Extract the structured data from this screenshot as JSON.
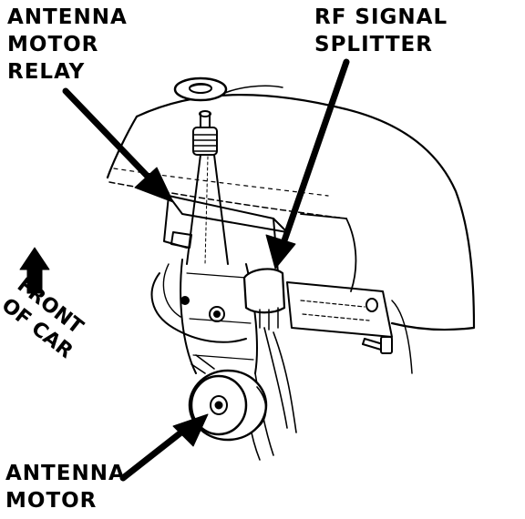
{
  "labels": {
    "antenna_motor_relay": [
      "ANTENNA",
      "MOTOR",
      "RELAY"
    ],
    "rf_signal_splitter": [
      "RF SIGNAL",
      "SPLITTER"
    ],
    "antenna_motor": [
      "ANTENNA",
      "MOTOR"
    ],
    "front_of_car": [
      "FRONT",
      "OF CAR"
    ]
  },
  "colors": {
    "line": "#000000",
    "background": "#ffffff"
  }
}
